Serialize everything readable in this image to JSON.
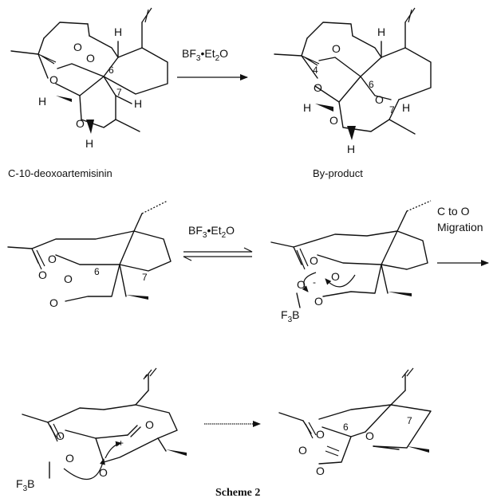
{
  "compounds": {
    "start_label": "C-10-deoxoartemisinin",
    "product_label": "By-product"
  },
  "reagents": {
    "bf3": "BF",
    "bf3_sub": "3",
    "bf3_rest": "•Et",
    "bf3_sub2": "2",
    "bf3_o": "O"
  },
  "migration": {
    "line1": "C to O",
    "line2": "Migration"
  },
  "atoms": {
    "O": "O",
    "H": "H",
    "F3B_F": "F",
    "F3B_3": "3",
    "F3B_B": "B",
    "plus": "+",
    "minus": "−",
    "minus2": "-"
  },
  "numbers": {
    "n4": "4",
    "n6": "6",
    "n7": "7"
  },
  "caption": "Scheme 2"
}
